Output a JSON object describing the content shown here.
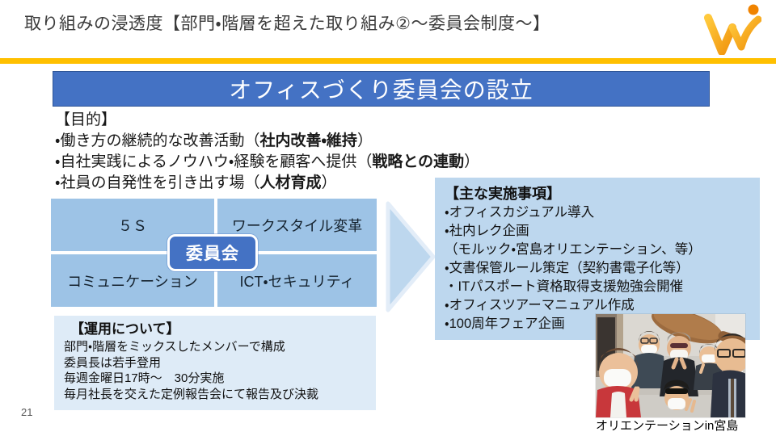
{
  "slide": {
    "title": "取り組みの浸透度【部門・階層を超えた取り組み②～委員会制度～】",
    "banner": "オフィスづくり委員会の設立",
    "page_number": "21"
  },
  "logo": {
    "icon": "w-person-logo",
    "color": "#F6A623",
    "dot_color": "#F08300"
  },
  "purpose": {
    "heading": "【目的】",
    "items": [
      {
        "pre": "・働き方の継続的な改善活動（",
        "bold": "社内改善・維持",
        "post": "）"
      },
      {
        "pre": "・自社実践によるノウハウ・経験を顧客へ提供（",
        "bold": "戦略との連動",
        "post": "）"
      },
      {
        "pre": "・社員の自発性を引き出す場（",
        "bold": "人材育成",
        "post": "）"
      }
    ]
  },
  "committee_grid": {
    "badge": "委員会",
    "cells": [
      "５Ｓ",
      "ワークスタイル変革",
      "コミュニケーション",
      "ICT・セキュリティ"
    ]
  },
  "initiatives": {
    "heading": "【主な実施事項】",
    "items": [
      "・オフィスカジュアル導入",
      "・社内レク企画",
      "（モルック・宮島オリエンテーション、等）",
      "・文書保管ルール策定（契約書電子化等）",
      "・ITパスポート資格取得支援勉強会開催",
      "・オフィスツアーマニュアル作成",
      "・100周年フェア企画"
    ]
  },
  "operations": {
    "heading": "【運用について】",
    "lines": [
      "部門・階層をミックスしたメンバーで構成",
      "委員長は若手登用",
      "毎週金曜日17時～　30分実施",
      "毎月社長を交えた定例報告会にて報告及び決裁"
    ]
  },
  "photo": {
    "caption": "オリエンテーションin宮島",
    "description": "group selfie of six masked people making peace signs in front of the giant wooden rice scoop at Miyajima"
  },
  "colors": {
    "accent_orange": "#FFC000",
    "banner_blue": "#4472C4",
    "cell_blue": "#9DC3E6",
    "panel_blue": "#BDD7EE",
    "panel_light_blue": "#DEEBF7"
  }
}
